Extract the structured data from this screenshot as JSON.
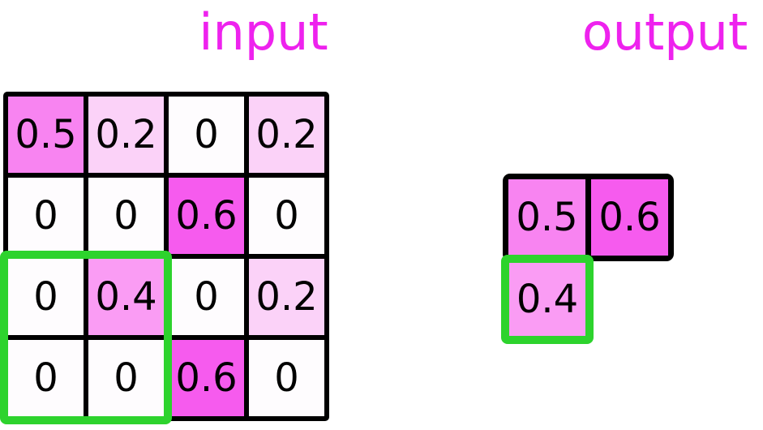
{
  "titles": {
    "input": "input",
    "output": "output"
  },
  "colors": {
    "title_text": "#ee22ee",
    "grid_lines": "#000000",
    "number_text": "#000000",
    "highlight_green": "#2dd32d",
    "value_fill": {
      "0": "#fefcfe",
      "0.2": "#fbd2f8",
      "0.4": "#fa9cf4",
      "0.5": "#f884f1",
      "0.6": "#f65bee"
    }
  },
  "input_grid": {
    "rows": 4,
    "cols": 4,
    "values": [
      [
        "0.5",
        "0.2",
        "0",
        "0.2"
      ],
      [
        "0",
        "0",
        "0.6",
        "0"
      ],
      [
        "0",
        "0.4",
        "0",
        "0.2"
      ],
      [
        "0",
        "0",
        "0.6",
        "0"
      ]
    ],
    "highlight_window": {
      "rows": "3-4",
      "cols": "1-2",
      "values": [
        [
          "0",
          "0.4"
        ],
        [
          "0",
          "0"
        ]
      ],
      "style": "green-border"
    }
  },
  "output_grid": {
    "cells": [
      {
        "value": "0.5",
        "row": 1,
        "col": 1,
        "border": "black"
      },
      {
        "value": "0.6",
        "row": 1,
        "col": 2,
        "border": "black"
      },
      {
        "value": "0.4",
        "row": 2,
        "col": 1,
        "border": "green"
      }
    ]
  }
}
